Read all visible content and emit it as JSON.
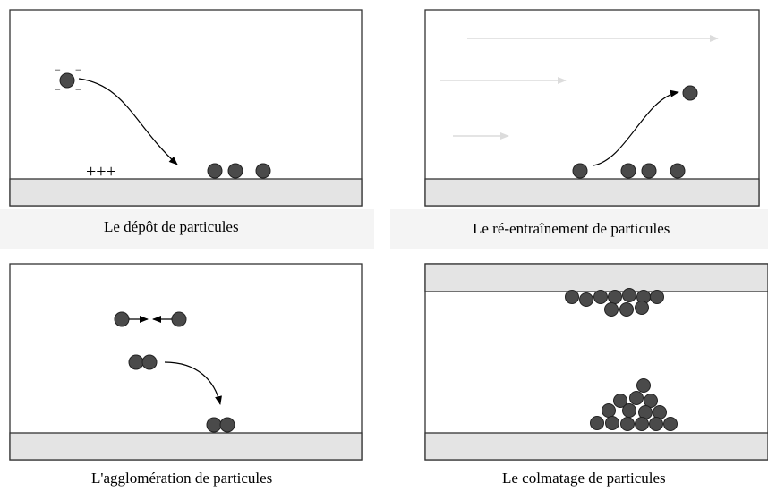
{
  "panels": {
    "deposit": {
      "caption": "Le dépôt de particules",
      "charge_label": "+++",
      "particle_charge": "−"
    },
    "reentrainment": {
      "caption": "Le ré-entraînement de particules"
    },
    "agglomeration": {
      "caption": "L'agglomération de particules"
    },
    "clogging": {
      "caption": "Le colmatage de particules"
    }
  },
  "colors": {
    "particle_fill": "#4a4a4a",
    "wall_fill": "#e4e4e4",
    "frame_stroke": "#333333",
    "flow_arrow": "#dcdcdc",
    "caption_band": "#f4f4f4"
  }
}
